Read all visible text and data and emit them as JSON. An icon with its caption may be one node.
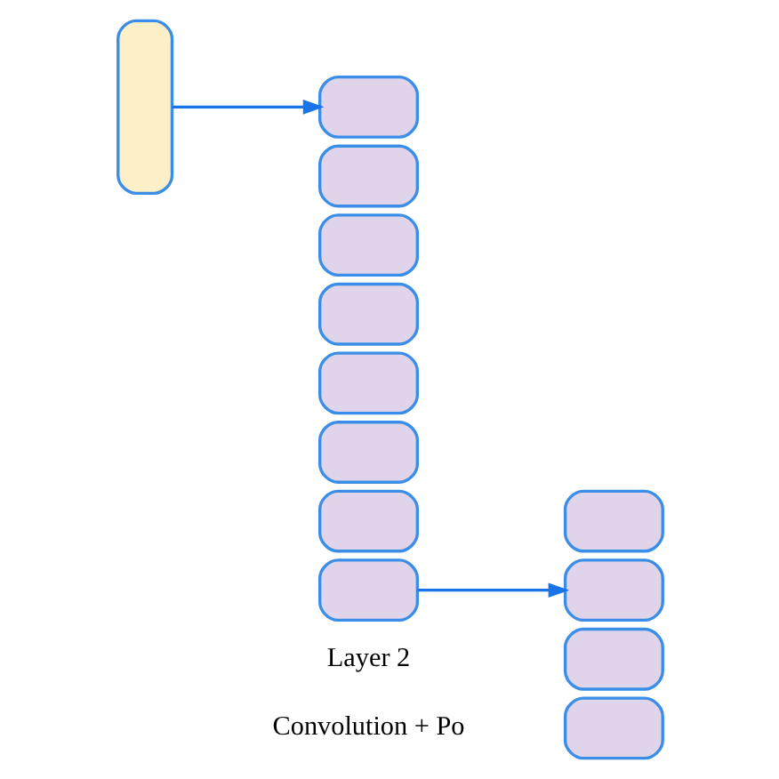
{
  "diagram": {
    "nodes": [
      {
        "text": [],
        "shape": "box"
      },
      {
        "text": [],
        "shape": "box"
      },
      {
        "text": [],
        "shape": "box"
      },
      {
        "text": [],
        "shape": "box"
      },
      {
        "text": [],
        "shape": "box"
      },
      {
        "text": [],
        "shape": "box"
      },
      {
        "text": [],
        "shape": "box"
      },
      {
        "text": [],
        "shape": "box"
      },
      {
        "text": [],
        "shape": "box"
      },
      {
        "text": [],
        "shape": "box"
      },
      {
        "text": [],
        "shape": "box"
      },
      {
        "text": [],
        "shape": "box"
      },
      {
        "text": [],
        "shape": "box"
      }
    ],
    "edges": [
      {
        "from": 0,
        "to": 1,
        "arrow": "to"
      },
      {
        "from": 8,
        "to": 10,
        "arrow": "to"
      }
    ],
    "labels": [
      "Layer 2",
      "Convolution + Po"
    ]
  }
}
